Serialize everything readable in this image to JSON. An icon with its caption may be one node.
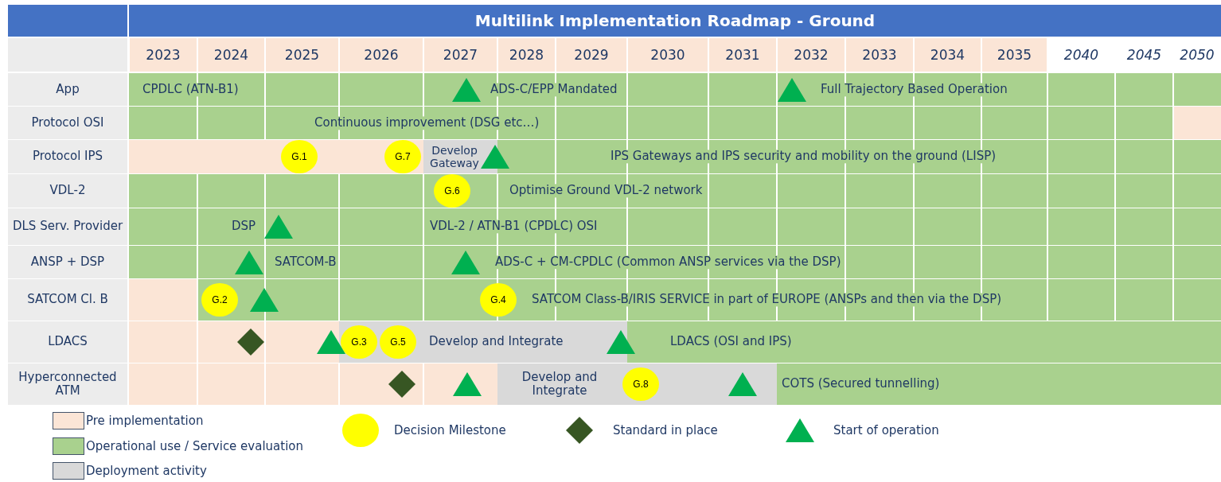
{
  "diagram": {
    "title": "Multilink Implementation Roadmap - Ground",
    "nodes": [
      {
        "text": [
          "CPDLC (ATN-B1)",
          "ADS-C/EPP Mandated",
          "Full Trajectory Based Operation"
        ]
      },
      {
        "text": [],
        "shape": "triangle",
        "in": 0
      },
      {
        "text": [],
        "shape": "triangle",
        "in": 0
      },
      {
        "text": [
          "Continuous improvement (DSG etc…)"
        ]
      },
      {
        "text": [],
        "shape": "bar"
      },
      {
        "text": [],
        "shape": "bar"
      },
      {
        "text": [
          "G.1"
        ],
        "in": 5
      },
      {
        "text": [
          "G.7"
        ],
        "in": 5
      },
      {
        "text": [
          "Develop Gateway"
        ]
      },
      {
        "text": [],
        "shape": "triangle"
      },
      {
        "text": [
          "IPS Gateways and IPS security and mobility on the ground (LISP)"
        ]
      },
      {
        "text": [
          "Optimise Ground VDL-2 network"
        ]
      },
      {
        "text": [
          "G.6"
        ],
        "in": 11
      },
      {
        "text": [
          "DSP",
          "VDL-2 / ATN-B1 (CPDLC) OSI"
        ]
      },
      {
        "text": [],
        "shape": "triangle",
        "in": 13
      },
      {
        "text": [
          "SATCOM-B",
          "ADS-C + CM-CPDLC (Common ANSP services via the DSP)"
        ]
      },
      {
        "text": [],
        "shape": "triangle",
        "in": 15
      },
      {
        "text": [],
        "shape": "triangle",
        "in": 15
      },
      {
        "text": [],
        "shape": "bar"
      },
      {
        "text": [
          "SATCOM Class-B/IRIS SERVICE in part of EUROPE (ANSPs and then via the DSP)"
        ]
      },
      {
        "text": [
          "G.2"
        ],
        "in": 19
      },
      {
        "text": [],
        "shape": "triangle",
        "in": 19
      },
      {
        "text": [
          "G.4"
        ],
        "in": 19
      },
      {
        "text": [],
        "shape": "bar"
      },
      {
        "text": [],
        "shape": "diamond",
        "in": 23
      },
      {
        "text": [],
        "shape": "triangle"
      },
      {
        "text": [
          "Develop and Integrate"
        ]
      },
      {
        "text": [
          "G.3"
        ],
        "in": 26
      },
      {
        "text": [
          "G.5"
        ],
        "in": 26
      },
      {
        "text": [],
        "shape": "triangle"
      },
      {
        "text": [
          "LDACS (OSI and IPS)"
        ]
      },
      {
        "text": [],
        "shape": "bar"
      },
      {
        "text": [],
        "shape": "diamond",
        "in": 31
      },
      {
        "text": [],
        "shape": "triangle",
        "in": 31
      },
      {
        "text": [
          "Develop and Integrate"
        ]
      },
      {
        "text": [
          "G.8"
        ],
        "in": 34
      },
      {
        "text": [],
        "shape": "triangle",
        "in": 34
      },
      {
        "text": [
          "COTS (Secured tunnelling)"
        ]
      }
    ],
    "labels": [
      "2023",
      "2024",
      "2025",
      "2026",
      "2027",
      "2028",
      "2029",
      "2030",
      "2031",
      "2032",
      "2033",
      "2034",
      "2035",
      "2040",
      "2045",
      "2050",
      "App",
      "Protocol OSI",
      "Protocol IPS",
      "VDL-2",
      "DLS Serv. Provider",
      "ANSP + DSP",
      "SATCOM Cl. B",
      "LDACS",
      "Hyperconnected ATM"
    ],
    "legend": [
      {
        "text": "Pre implementation",
        "color": "#fbe5d6"
      },
      {
        "text": "Operational use / Service evaluation",
        "color": "#a9d18e"
      },
      {
        "text": "Deployment activity",
        "color": "#d9d9d9"
      },
      {
        "text": "Decision Milestone"
      },
      {
        "text": "Standard in place"
      },
      {
        "text": "Start of operation"
      }
    ]
  }
}
